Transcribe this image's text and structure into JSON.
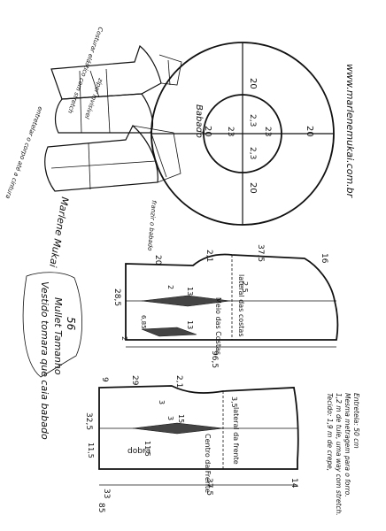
{
  "title": {
    "line1": "Vestido tomara que caia babado",
    "line2": "Mullet Tamanho",
    "size": "56"
  },
  "website": "www.marlenemukai.com.br",
  "signature": "Marlene Mukai",
  "materials": [
    "Tecido: 1,9 m de crepe,",
    "1,2 m de tule, uma way com stretch.",
    "Mesma metragem para o forro.",
    "Entretela: 50 cm"
  ],
  "sketch_notes": {
    "elastic": "Costurar elástico com stretch",
    "zipper": "zíper invisível",
    "lining": "entretelar o corpo até a cintura",
    "ruffle": "franzir o babado"
  },
  "ruffle_pattern": {
    "label": "Babado",
    "outer_radius": "20",
    "inner_radius": "23",
    "inner_radius_small": "2,3",
    "side_value": "20"
  },
  "back_piece": {
    "center_label": "Meio das Costas",
    "side_label": "lateral das costas",
    "dims": {
      "top_width": "20",
      "top_width_right": "2,1",
      "top_right": "37,5",
      "right_edge": "16",
      "left_height": "28,5",
      "dart_width": "2",
      "dart_depth": "13",
      "dart_small": "6,85",
      "side_dart": "2,5",
      "lower": "13",
      "bottom": "2",
      "total_length": "96,5"
    }
  },
  "front_piece": {
    "center_label": "Centro da Frente",
    "side_label": "lateral da frente",
    "fold_label": "dobra",
    "dims": {
      "top_width": "29",
      "top_left": "9",
      "top_right_small": "2,1",
      "side_top": "3",
      "left_height": "32,5",
      "left_lower": "11,5",
      "dart_width": "3",
      "dart_depth": "15",
      "side_dart": "3,5",
      "lower_dart": "11,5",
      "bottom_left": "33",
      "bottom_right": "14",
      "right_val": "37,5",
      "total_length": "85"
    }
  }
}
